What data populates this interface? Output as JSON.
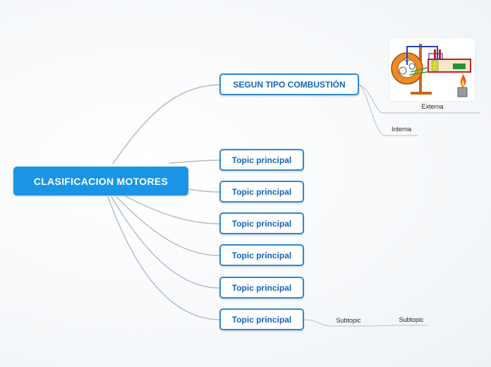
{
  "central": {
    "label": "CLASIFICACION MOTORES"
  },
  "topics": [
    {
      "label": "SEGUN TIPO COMBUSTIÓN"
    },
    {
      "label": "Topic principal"
    },
    {
      "label": "Topic principal"
    },
    {
      "label": "Topic principal"
    },
    {
      "label": "Topic principal"
    },
    {
      "label": "Topic principal"
    },
    {
      "label": "Topic principal"
    }
  ],
  "subtopics": {
    "externa": "Externa",
    "interna": "Interna",
    "sub1": "Subtopic",
    "sub2": "Subtopic"
  },
  "colors": {
    "central_fill": "#1a95e6",
    "topic_border": "#2f88d0",
    "topic_text": "#1565b5",
    "connector": "#b8bcc2"
  },
  "icons": {
    "engine": "stirling-engine-illustration"
  }
}
